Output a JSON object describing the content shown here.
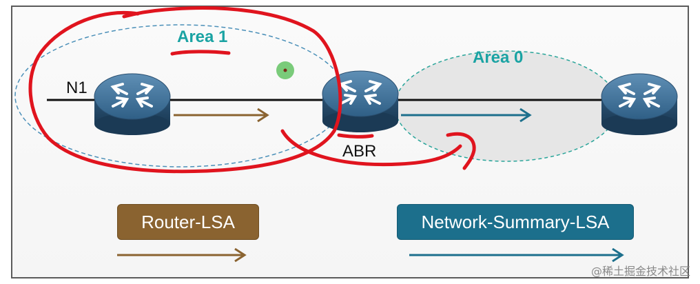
{
  "labels": {
    "area1": "Area 1",
    "area0": "Area 0",
    "n1": "N1",
    "abr": "ABR"
  },
  "legend": {
    "router_lsa": "Router-LSA",
    "network_summary_lsa": "Network-Summary-LSA"
  },
  "watermark": "@稀土掘金技术社区",
  "colors": {
    "router_lsa": "#8a6330",
    "network_summary_lsa": "#1c6f8c",
    "area_label": "#1aa3a3",
    "annotation": "#e0141e"
  },
  "icons": [
    "router-icon",
    "router-icon",
    "router-icon"
  ]
}
